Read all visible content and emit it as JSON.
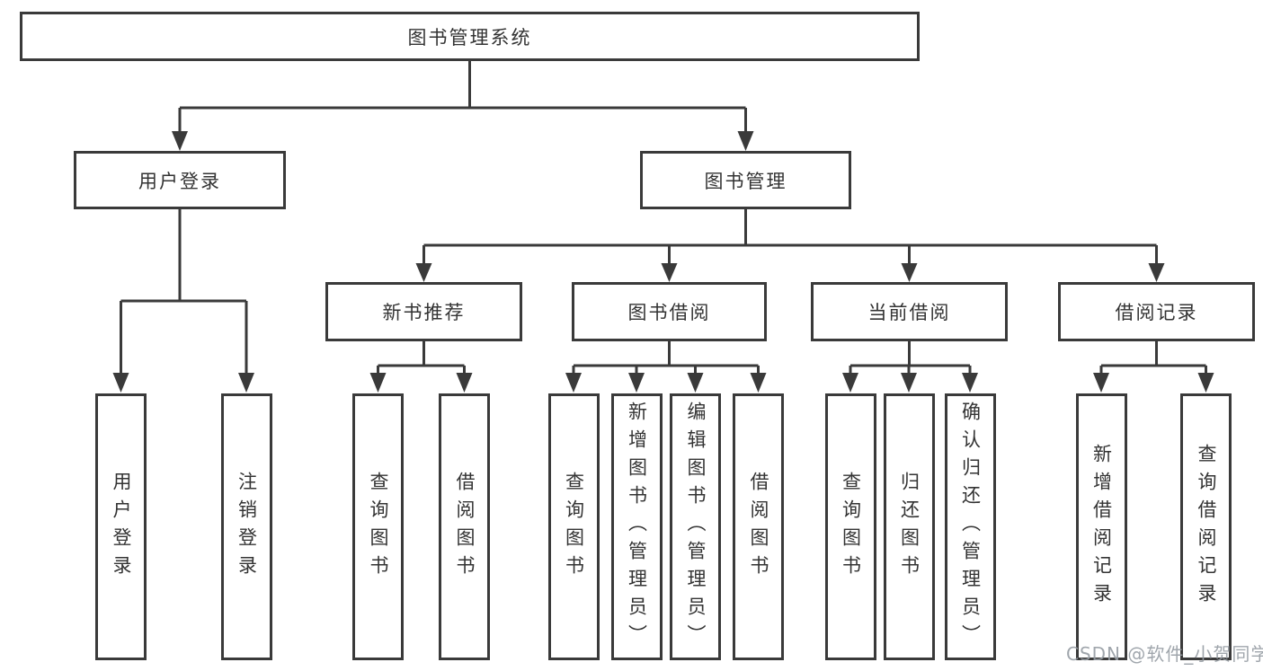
{
  "diagram": {
    "root": {
      "label": "图书管理系统"
    },
    "branches": [
      {
        "label": "用户登录",
        "children": [
          {
            "label": "用户登录"
          },
          {
            "label": "注销登录"
          }
        ]
      },
      {
        "label": "图书管理",
        "children": [
          {
            "label": "新书推荐",
            "children": [
              {
                "label": "查询图书"
              },
              {
                "label": "借阅图书"
              }
            ]
          },
          {
            "label": "图书借阅",
            "children": [
              {
                "label": "查询图书"
              },
              {
                "label": "新增图书（管理员）"
              },
              {
                "label": "编辑图书（管理员）"
              },
              {
                "label": "借阅图书"
              }
            ]
          },
          {
            "label": "当前借阅",
            "children": [
              {
                "label": "查询图书"
              },
              {
                "label": "归还图书"
              },
              {
                "label": "确认归还（管理员）"
              }
            ]
          },
          {
            "label": "借阅记录",
            "children": [
              {
                "label": "新增借阅记录"
              },
              {
                "label": "查询借阅记录"
              }
            ]
          }
        ]
      }
    ],
    "watermark": "CSDN @软件_小贺同学",
    "colors": {
      "line": "#3a3a3a",
      "text": "#333333",
      "background": "#ffffff",
      "watermark": "#969ca3"
    }
  }
}
